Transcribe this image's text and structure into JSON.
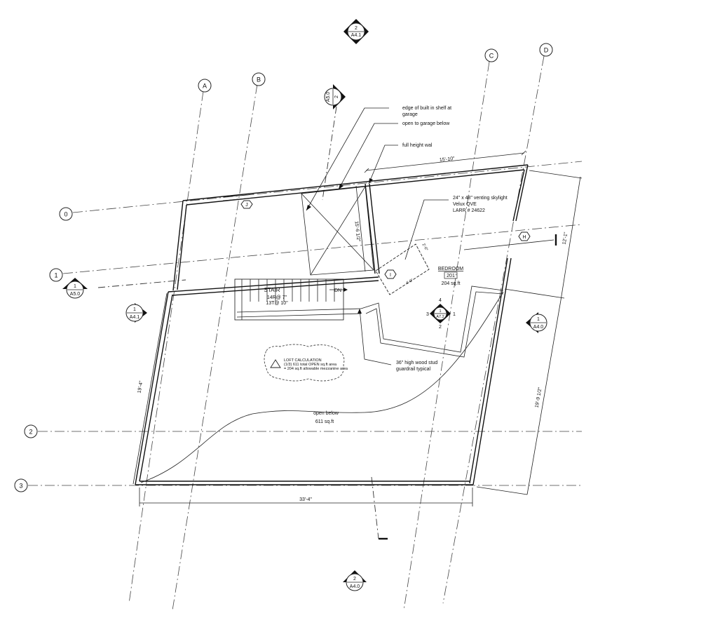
{
  "grid_lines": {
    "A": "A",
    "B": "B",
    "C": "C",
    "D": "D",
    "n0": "0",
    "n1": "1",
    "n2": "2",
    "n3": "3"
  },
  "section_markers": {
    "top": {
      "number": "2",
      "sheet": "A4.1"
    },
    "upper": {
      "number": "2",
      "sheet": "A5.0"
    },
    "left_upper": {
      "number": "1",
      "sheet": "A5.0"
    },
    "left_mid": {
      "number": "1",
      "sheet": "A4.1"
    },
    "right_mid": {
      "number": "1",
      "sheet": "A4.0"
    },
    "bottom": {
      "number": "2",
      "sheet": "A4.0"
    }
  },
  "interior_elevation": {
    "number": "1",
    "sheet": "A7.2",
    "n_top": "4",
    "n_left": "3",
    "n_right": "1",
    "n_bottom": "2"
  },
  "tags": {
    "j": "J",
    "h": "H",
    "i": "I"
  },
  "notes": {
    "shelf_1": "edge of built in shelf at",
    "shelf_2": "garage",
    "garage": "open to garage below",
    "full_height": "full height wal",
    "skylight_1": "24\" x 48\" venting skylight",
    "skylight_2": "Velux QVE",
    "skylight_3": "LARR # 24622",
    "guardrail_1": "36\" high wood stud",
    "guardrail_2": "guardrail typical"
  },
  "rooms": {
    "bedroom_name": "BEDROOM",
    "bedroom_number": "201",
    "bedroom_area": "204 sq.ft",
    "stair_label": "STAIR",
    "stair_risers": "14R@ 7\"",
    "stair_treads": "13T@ 10\"",
    "stair_dn": "DN",
    "open_below": "open below",
    "open_below_area": "611 sq.ft"
  },
  "loft_calc": {
    "title": "LOFT CALCULATION",
    "line1": "(1/3) 611 total OPEN sq.ft area",
    "line2": "= 204 sq.ft allowable mezzanine area"
  },
  "dimensions": {
    "top": "15'-10\"",
    "stair_depth": "15'-6 1/2\"",
    "right_upper": "12'-1\"",
    "right_lower": "19'-9 1/2\"",
    "left": "19'-4\"",
    "bottom": "33'-4\"",
    "sky_w": "2'-0\"",
    "sky_l": "4'-0\""
  }
}
